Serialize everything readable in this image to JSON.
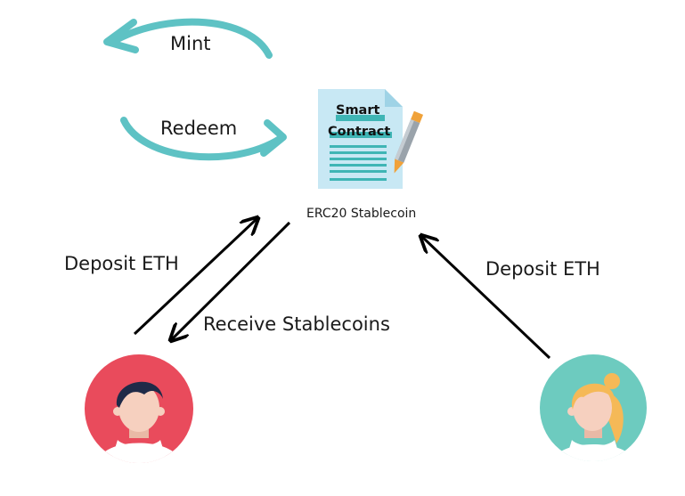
{
  "labels": {
    "mint": "Mint",
    "redeem": "Redeem",
    "contract_line1": "Smart",
    "contract_line2": "Contract",
    "contract_caption": "ERC20 Stablecoin",
    "deposit_left": "Deposit ETH",
    "receive": "Receive Stablecoins",
    "deposit_right": "Deposit ETH"
  },
  "colors": {
    "curved_arrow": "#5ec2c4",
    "document_bg": "#c8e8f4",
    "document_lines": "#3fb5b5",
    "pencil": "#f0a23a",
    "user_left_circle": "#e94b5c",
    "user_right_circle": "#6dcbbf",
    "skin": "#f6d0bf",
    "hair_dark": "#1f2a48",
    "hair_blonde": "#f5b957",
    "arrow": "#000000"
  },
  "icons": {
    "mint_arrow": "curved-arrow-left-icon",
    "redeem_arrow": "curved-arrow-right-icon",
    "contract": "document-icon",
    "pencil": "pencil-icon",
    "user_left": "male-avatar-icon",
    "user_right": "female-avatar-icon"
  }
}
